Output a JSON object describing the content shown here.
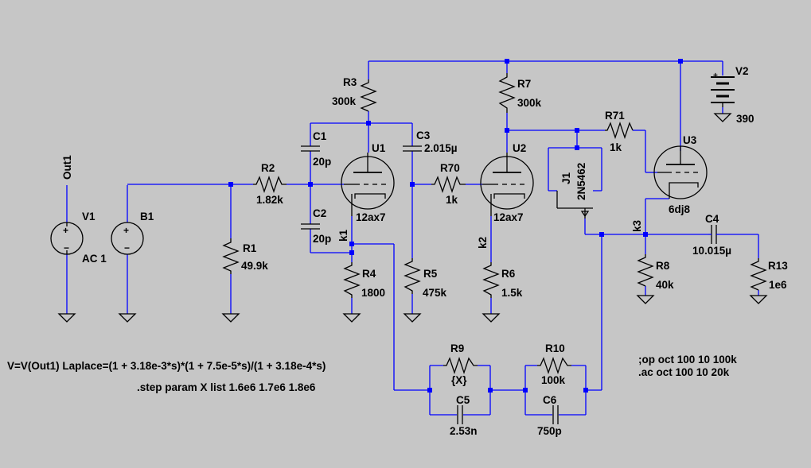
{
  "net_labels": {
    "out1": "Out1",
    "k1": "k1",
    "k2": "k2",
    "k3": "k3"
  },
  "components": {
    "V1": {
      "name": "V1",
      "value": "AC 1"
    },
    "B1": {
      "name": "B1"
    },
    "R1": {
      "name": "R1",
      "value": "49.9k"
    },
    "R2": {
      "name": "R2",
      "value": "1.82k"
    },
    "C1": {
      "name": "C1",
      "value": "20p"
    },
    "C2": {
      "name": "C2",
      "value": "20p"
    },
    "R3": {
      "name": "R3",
      "value": "300k"
    },
    "U1": {
      "name": "U1",
      "value": "12ax7"
    },
    "R4": {
      "name": "R4",
      "value": "1800"
    },
    "C3": {
      "name": "C3",
      "value": "2.015µ"
    },
    "R5": {
      "name": "R5",
      "value": "475k"
    },
    "R70": {
      "name": "R70",
      "value": "1k"
    },
    "U2": {
      "name": "U2",
      "value": "12ax7"
    },
    "R6": {
      "name": "R6",
      "value": "1.5k"
    },
    "R7": {
      "name": "R7",
      "value": "300k"
    },
    "R71": {
      "name": "R71",
      "value": "1k"
    },
    "J1": {
      "name": "J1",
      "value": "2N5462"
    },
    "U3": {
      "name": "U3",
      "value": "6dj8"
    },
    "V2": {
      "name": "V2",
      "value": "390"
    },
    "R8": {
      "name": "R8",
      "value": "40k"
    },
    "C4": {
      "name": "C4",
      "value": "10.015µ"
    },
    "R13": {
      "name": "R13",
      "value": "1e6"
    },
    "R9": {
      "name": "R9",
      "value": "{X}"
    },
    "C5": {
      "name": "C5",
      "value": "2.53n"
    },
    "R10": {
      "name": "R10",
      "value": "100k"
    },
    "C6": {
      "name": "C6",
      "value": "750p"
    }
  },
  "directives": {
    "laplace": "V=V(Out1) Laplace=(1 + 3.18e-3*s)*(1 + 7.5e-5*s)/(1 + 3.18e-4*s)",
    "step": ".step param X list 1.6e6 1.7e6 1.8e6",
    "op": ";op oct 100 10 100k",
    "ac": ".ac oct 100 10 20k"
  },
  "colors": {
    "background": "#c6c6c6",
    "wire": "#0000ff",
    "component": "#000000"
  }
}
